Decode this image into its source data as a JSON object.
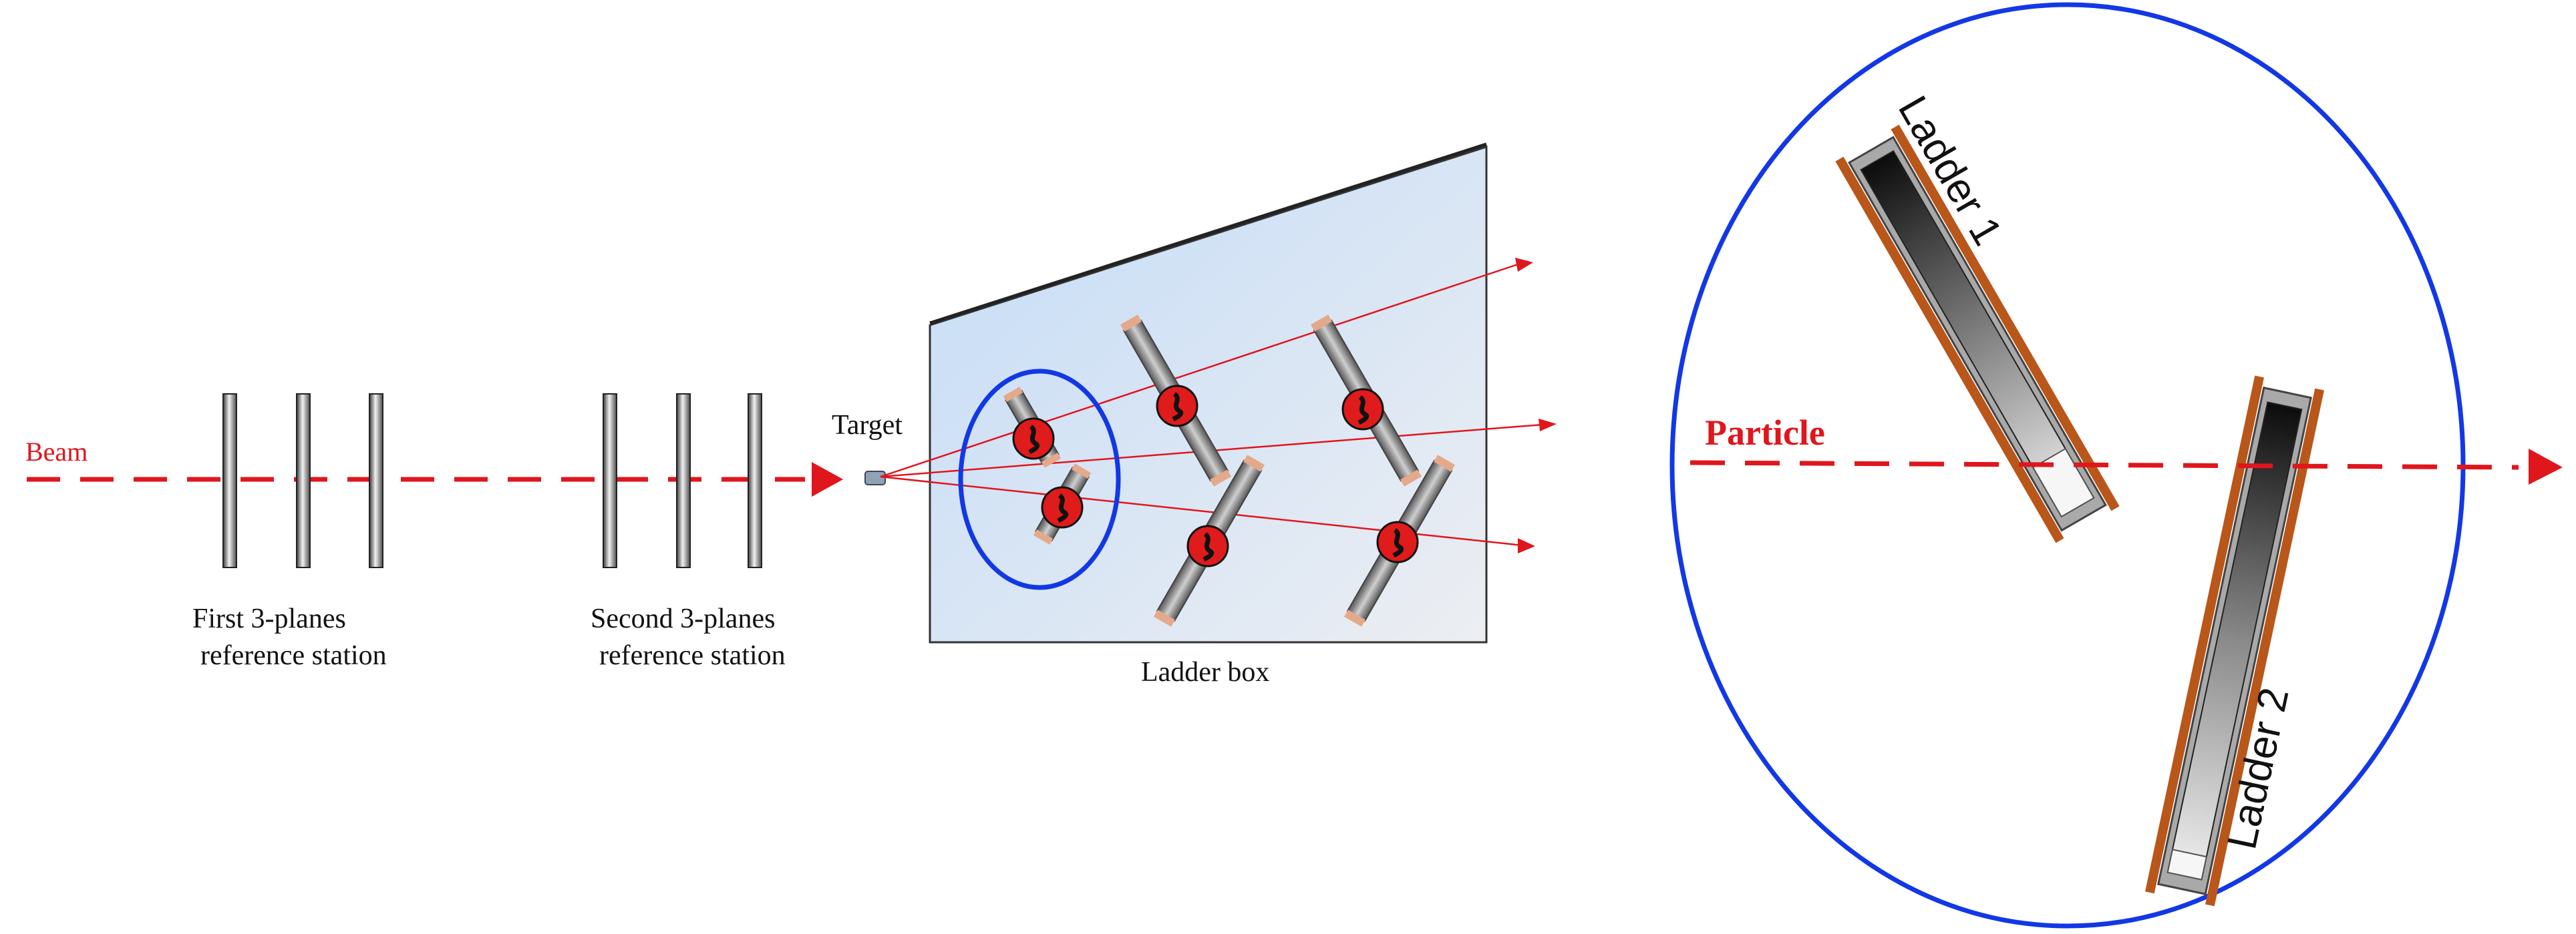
{
  "labels": {
    "beam": "Beam",
    "first_station_line1": "First 3-planes",
    "first_station_line2": "reference station",
    "second_station_line1": "Second 3-planes",
    "second_station_line2": "reference station",
    "target": "Target",
    "ladder_box": "Ladder box",
    "particle": "Particle",
    "ladder_1": "Ladder 1",
    "ladder_2": "Ladder 2"
  },
  "colors": {
    "beam": "#e0161d",
    "highlight_ellipse": "#1238e6",
    "ladder_frame": "#b9561a",
    "box_fill_start": "#c7ddf6",
    "box_fill_end": "#e9ecf1"
  }
}
